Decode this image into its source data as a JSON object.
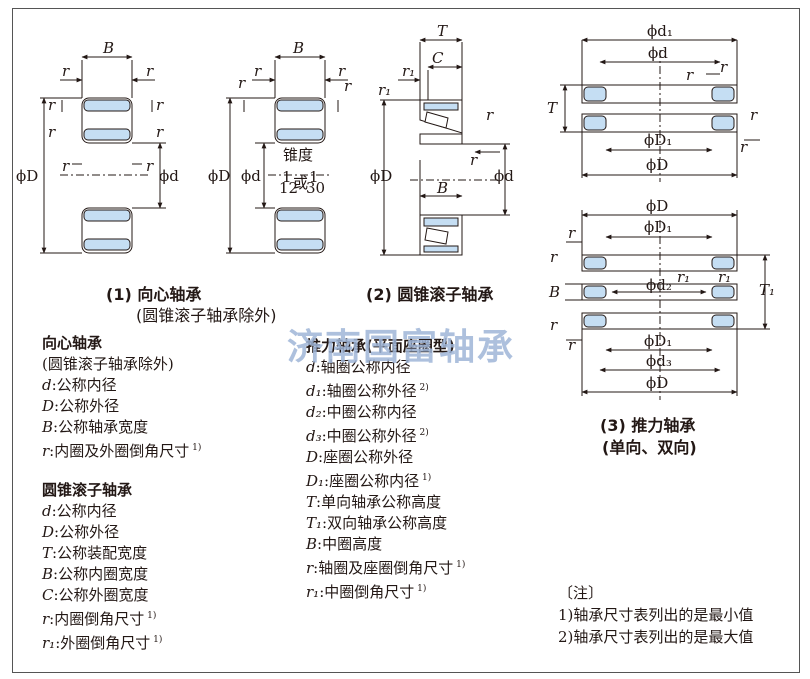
{
  "watermark": "济南国富轴承",
  "captions": {
    "radial_title": "(1) 向心轴承",
    "radial_sub": "(圆锥滚子轴承除外)",
    "taper_title": "(2) 圆锥滚子轴承",
    "thrust_title": "(3) 推力轴承",
    "thrust_sub": "(单向、双向)"
  },
  "diagram_labels": {
    "B": "B",
    "r": "r",
    "r1": "r₁",
    "T": "T",
    "C": "C",
    "phiD": "ϕD",
    "phid": "ϕd",
    "phiD1": "ϕD₁",
    "phid1": "ϕd₁",
    "phid2": "ϕd₂",
    "phid3": "ϕd₃",
    "T1": "T₁",
    "taper": "锥度",
    "taper_ratio_a": "1",
    "taper_ratio_a_den": "12",
    "taper_or": "或",
    "taper_ratio_b": "1",
    "taper_ratio_b_den": "30"
  },
  "legend_radial": {
    "heading": "向心轴承",
    "sub": "(圆锥滚子轴承除外)",
    "rows": [
      {
        "sym": "d",
        "text": ":公称内径",
        "note": ""
      },
      {
        "sym": "D",
        "text": ":公称外径",
        "note": ""
      },
      {
        "sym": "B",
        "text": ":公称轴承宽度",
        "note": ""
      },
      {
        "sym": "r",
        "text": ":内圈及外圈倒角尺寸",
        "note": "1)"
      }
    ]
  },
  "legend_taper": {
    "heading": "圆锥滚子轴承",
    "rows": [
      {
        "sym": "d",
        "text": ":公称内径",
        "note": ""
      },
      {
        "sym": "D",
        "text": ":公称外径",
        "note": ""
      },
      {
        "sym": "T",
        "text": ":公称装配宽度",
        "note": ""
      },
      {
        "sym": "B",
        "text": ":公称内圈宽度",
        "note": ""
      },
      {
        "sym": "C",
        "text": ":公称外圈宽度",
        "note": ""
      },
      {
        "sym": "r",
        "text": ":内圈倒角尺寸",
        "note": "1)"
      },
      {
        "sym": "r₁",
        "text": ":外圈倒角尺寸",
        "note": "1)"
      }
    ]
  },
  "legend_thrust": {
    "heading": "推力轴承(平面座圈型)",
    "rows": [
      {
        "sym": "d",
        "text": ":轴圈公称内径",
        "note": ""
      },
      {
        "sym": "d₁",
        "text": ":轴圈公称外径",
        "note": "2)"
      },
      {
        "sym": "d₂",
        "text": ":中圈公称内径",
        "note": ""
      },
      {
        "sym": "d₃",
        "text": ":中圈公称外径",
        "note": "2)"
      },
      {
        "sym": "D",
        "text": ":座圈公称外径",
        "note": ""
      },
      {
        "sym": "D₁",
        "text": ":座圈公称内径",
        "note": "1)"
      },
      {
        "sym": "T",
        "text": ":单向轴承公称高度",
        "note": ""
      },
      {
        "sym": "T₁",
        "text": ":双向轴承公称高度",
        "note": ""
      },
      {
        "sym": "B",
        "text": ":中圈高度",
        "note": ""
      },
      {
        "sym": "r",
        "text": ":轴圈及座圈倒角尺寸",
        "note": "1)"
      },
      {
        "sym": "r₁",
        "text": ":中圈倒角尺寸",
        "note": "1)"
      }
    ]
  },
  "notes": {
    "heading": "〔注〕",
    "items": [
      "1)轴承尺寸表列出的是最小值",
      "2)轴承尺寸表列出的是最大值"
    ]
  },
  "colors": {
    "fill": "#c5def3",
    "line": "#231815",
    "watermark": "#9fb6d8"
  }
}
